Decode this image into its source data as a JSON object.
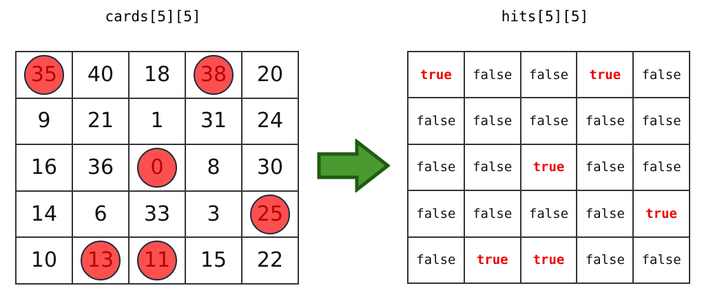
{
  "cards_panel": {
    "title": "cards[5][5]",
    "rows": [
      [
        {
          "value": "35",
          "marked": true
        },
        {
          "value": "40",
          "marked": false
        },
        {
          "value": "18",
          "marked": false
        },
        {
          "value": "38",
          "marked": true
        },
        {
          "value": "20",
          "marked": false
        }
      ],
      [
        {
          "value": "9",
          "marked": false
        },
        {
          "value": "21",
          "marked": false
        },
        {
          "value": "1",
          "marked": false
        },
        {
          "value": "31",
          "marked": false
        },
        {
          "value": "24",
          "marked": false
        }
      ],
      [
        {
          "value": "16",
          "marked": false
        },
        {
          "value": "36",
          "marked": false
        },
        {
          "value": "0",
          "marked": true
        },
        {
          "value": "8",
          "marked": false
        },
        {
          "value": "30",
          "marked": false
        }
      ],
      [
        {
          "value": "14",
          "marked": false
        },
        {
          "value": "6",
          "marked": false
        },
        {
          "value": "33",
          "marked": false
        },
        {
          "value": "3",
          "marked": false
        },
        {
          "value": "25",
          "marked": true
        }
      ],
      [
        {
          "value": "10",
          "marked": false
        },
        {
          "value": "13",
          "marked": true
        },
        {
          "value": "11",
          "marked": true
        },
        {
          "value": "15",
          "marked": false
        },
        {
          "value": "22",
          "marked": false
        }
      ]
    ]
  },
  "hits_panel": {
    "title": "hits[5][5]",
    "rows": [
      [
        "true",
        "false",
        "false",
        "true",
        "false"
      ],
      [
        "false",
        "false",
        "false",
        "false",
        "false"
      ],
      [
        "false",
        "false",
        "true",
        "false",
        "false"
      ],
      [
        "false",
        "false",
        "false",
        "false",
        "true"
      ],
      [
        "false",
        "true",
        "true",
        "false",
        "false"
      ]
    ]
  },
  "arrow": {
    "name": "right-arrow",
    "fill": "#4a9a2f",
    "stroke": "#1f5c12"
  },
  "colors": {
    "marker_fill": "#fa5050",
    "marker_stroke": "#1b2a3a",
    "marker_text": "#bb0000",
    "true_text": "#ee0000",
    "false_text": "#111111",
    "grid_line": "#333333",
    "background": "#ffffff"
  }
}
